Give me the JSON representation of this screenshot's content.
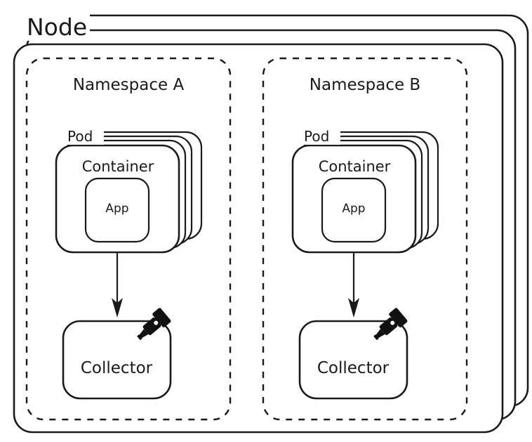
{
  "diagram": {
    "title": "Node",
    "type": "kubernetes-architecture-diagram",
    "node": {
      "label": "Node",
      "stack_count": 3
    },
    "namespaces": [
      {
        "label": "Namespace A",
        "pod": {
          "label": "Pod",
          "stack_count": 4,
          "container": {
            "label": "Container",
            "app": {
              "label": "App"
            }
          }
        },
        "collector": {
          "label": "Collector",
          "icon": "telescope-icon"
        },
        "connector": {
          "from": "pod",
          "to": "collector",
          "style": "arrow-down"
        }
      },
      {
        "label": "Namespace B",
        "pod": {
          "label": "Pod",
          "stack_count": 4,
          "container": {
            "label": "Container",
            "app": {
              "label": "App"
            }
          }
        },
        "collector": {
          "label": "Collector",
          "icon": "telescope-icon"
        },
        "connector": {
          "from": "pod",
          "to": "collector",
          "style": "arrow-down"
        }
      }
    ],
    "colors": {
      "stroke": "#1a1a1a",
      "fill": "#ffffff",
      "icon": "#111111",
      "background": "#ffffff"
    }
  }
}
